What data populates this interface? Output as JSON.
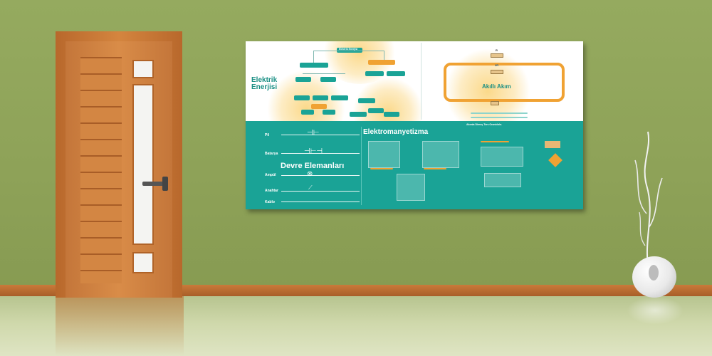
{
  "poster": {
    "left_title_line1": "Elektrik",
    "left_title_line2": "Enerjisi",
    "right_title": "Akıllı Akım",
    "bottom_left_title": "Devre Elemanları",
    "bottom_right_title": "Elektromanyetizma",
    "circuit_label_r": "R",
    "circuit_label_2r": "2R",
    "circuit_note": "Akımla Direnç Ters Orantılıdır.",
    "elements": [
      "Pil",
      "Batarya",
      "Ampül",
      "Anahtar",
      "Kablo"
    ],
    "flow_top": "Elektrik Enerjisi"
  },
  "colors": {
    "wall": "#8ea258",
    "door": "#d38643",
    "poster_teal": "#1aa396",
    "accent_orange": "#f0a233"
  }
}
